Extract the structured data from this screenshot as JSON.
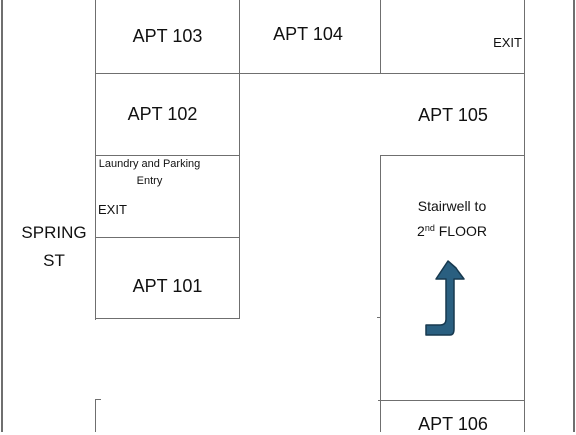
{
  "street": {
    "line1": "SPRING",
    "line2": "ST"
  },
  "units": {
    "apt101": "APT 101",
    "apt102": "APT 102",
    "apt103": "APT 103",
    "apt104": "APT 104",
    "apt105": "APT 105",
    "apt106": "APT 106"
  },
  "laundry": {
    "line1": "Laundry and Parking",
    "line2": "Entry"
  },
  "exits": {
    "left": "EXIT",
    "top_right": "EXIT"
  },
  "stairwell": {
    "line1": "Stairwell to",
    "ordinal": "2",
    "suffix": "nd",
    "floor": " FLOOR"
  },
  "colors": {
    "arrow": "#2a5f80",
    "walls": "#6f6f6f"
  },
  "icons": {
    "stair_arrow": "stairwell-arrow-icon"
  }
}
